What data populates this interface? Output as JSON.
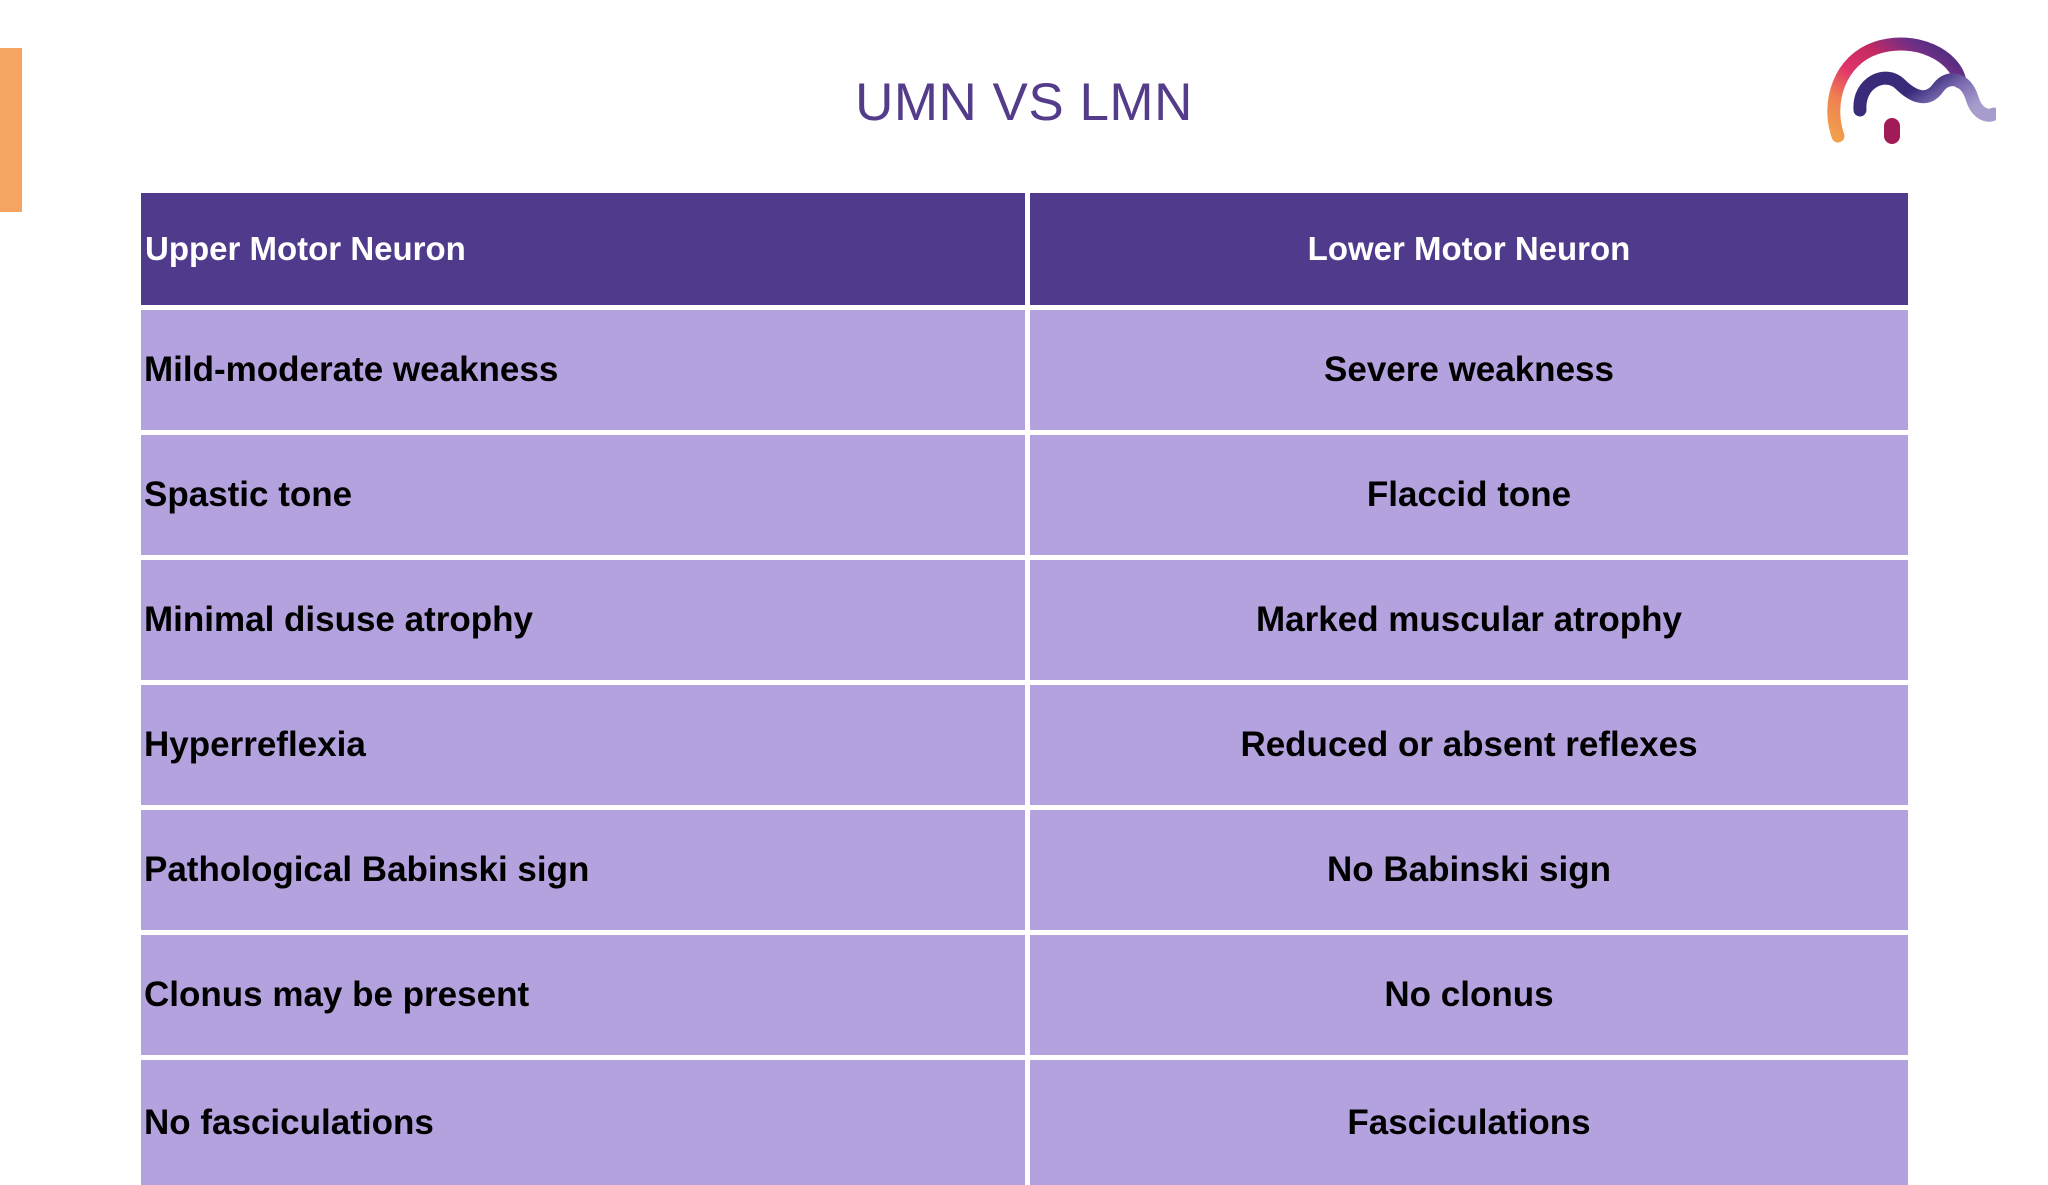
{
  "slide": {
    "title": "UMN VS LMN",
    "title_color": "#553c8b",
    "background_color": "#ffffff",
    "accent_bar_color": "#f5a461"
  },
  "logo": {
    "name": "brain-wave-logo",
    "colors": {
      "pink": "#e0336b",
      "crimson": "#c42a63",
      "purple": "#3b2a7a",
      "violet": "#8a7fbe",
      "orange": "#f0a04b",
      "magenta": "#a31b56"
    }
  },
  "table": {
    "header_background": "#503a8c",
    "header_text_color": "#ffffff",
    "cell_background": "#b4a2de",
    "cell_text_color": "#000000",
    "gridline_color": "#ffffff",
    "columns": [
      "Upper Motor Neuron",
      "Lower Motor Neuron"
    ],
    "rows": [
      {
        "umn": "Mild-moderate weakness",
        "lmn": "Severe weakness"
      },
      {
        "umn": "Spastic tone",
        "lmn": "Flaccid tone"
      },
      {
        "umn": "Minimal disuse atrophy",
        "lmn": "Marked muscular atrophy"
      },
      {
        "umn": "Hyperreflexia",
        "lmn": "Reduced or absent reflexes"
      },
      {
        "umn": "Pathological Babinski sign",
        "lmn": "No Babinski sign"
      },
      {
        "umn": "Clonus may be present",
        "lmn": "No clonus"
      },
      {
        "umn": "No fasciculations",
        "lmn": "Fasciculations"
      }
    ]
  }
}
